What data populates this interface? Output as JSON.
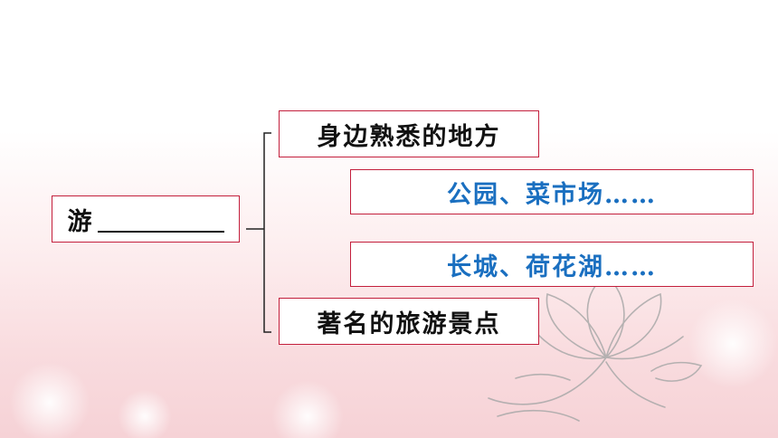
{
  "diagram": {
    "root": {
      "text": "游",
      "blank_line": ""
    },
    "branches": [
      {
        "id": "familiar",
        "text": "身边熟悉的地方"
      },
      {
        "id": "familiar-examples",
        "text": "公园、菜市场……"
      },
      {
        "id": "scenic-examples",
        "text": "长城、荷花湖……"
      },
      {
        "id": "scenic",
        "text": "著名的旅游景点"
      }
    ]
  },
  "colors": {
    "border": "#c31f3c",
    "example_text": "#1a6fc0",
    "main_text": "#111111",
    "background_pink": "#f9dcdf"
  }
}
